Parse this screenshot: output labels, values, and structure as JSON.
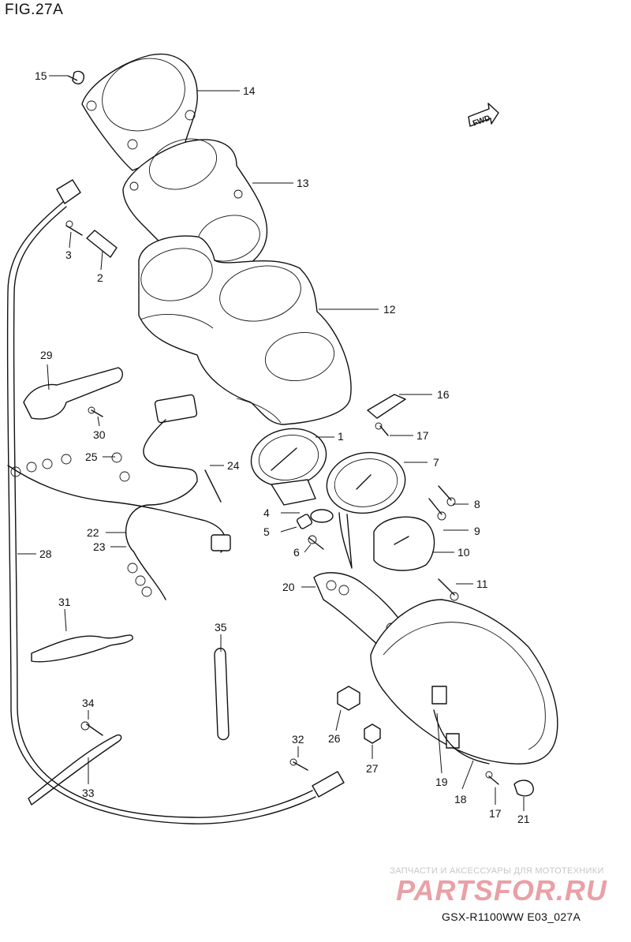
{
  "figure": {
    "title": "FIG.27A",
    "fwd_label": "FWD"
  },
  "callouts": [
    {
      "id": "c15",
      "label": "15"
    },
    {
      "id": "c14",
      "label": "14"
    },
    {
      "id": "c13",
      "label": "13"
    },
    {
      "id": "c3",
      "label": "3"
    },
    {
      "id": "c2",
      "label": "2"
    },
    {
      "id": "c12",
      "label": "12"
    },
    {
      "id": "c29",
      "label": "29"
    },
    {
      "id": "c16",
      "label": "16"
    },
    {
      "id": "c30",
      "label": "30"
    },
    {
      "id": "c17a",
      "label": "17"
    },
    {
      "id": "c1",
      "label": "1"
    },
    {
      "id": "c25",
      "label": "25"
    },
    {
      "id": "c24",
      "label": "24"
    },
    {
      "id": "c7",
      "label": "7"
    },
    {
      "id": "c8",
      "label": "8"
    },
    {
      "id": "c4",
      "label": "4"
    },
    {
      "id": "c9",
      "label": "9"
    },
    {
      "id": "c5",
      "label": "5"
    },
    {
      "id": "c22",
      "label": "22"
    },
    {
      "id": "c6",
      "label": "6"
    },
    {
      "id": "c23",
      "label": "23"
    },
    {
      "id": "c10",
      "label": "10"
    },
    {
      "id": "c28",
      "label": "28"
    },
    {
      "id": "c11",
      "label": "11"
    },
    {
      "id": "c20",
      "label": "20"
    },
    {
      "id": "c31",
      "label": "31"
    },
    {
      "id": "c35",
      "label": "35"
    },
    {
      "id": "c34",
      "label": "34"
    },
    {
      "id": "c26",
      "label": "26"
    },
    {
      "id": "c32",
      "label": "32"
    },
    {
      "id": "c27",
      "label": "27"
    },
    {
      "id": "c33",
      "label": "33"
    },
    {
      "id": "c19",
      "label": "19"
    },
    {
      "id": "c18",
      "label": "18"
    },
    {
      "id": "c17b",
      "label": "17"
    },
    {
      "id": "c21",
      "label": "21"
    }
  ],
  "watermark": {
    "tagline": "ЗАПЧАСТИ И АКСЕССУАРЫ ДЛЯ МОТОТЕХНИКИ",
    "logo": "PARTSFOR.RU"
  },
  "footer": {
    "code": "GSX-R1100WW   E03_027A"
  }
}
